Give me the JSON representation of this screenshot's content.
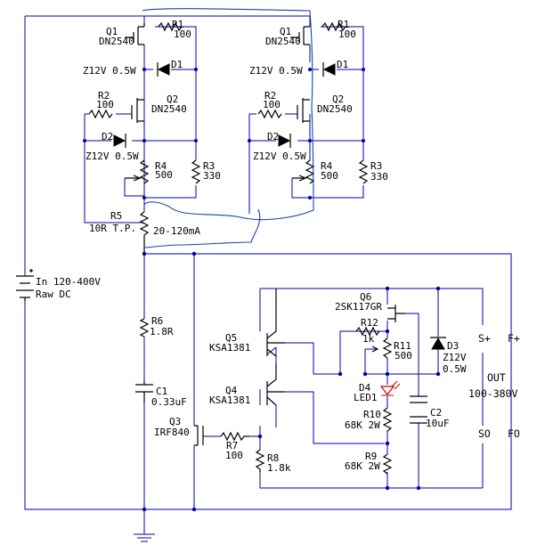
{
  "colors": {
    "wire": "#0000aa",
    "component": "#000000",
    "annotation": "#1a3fb8",
    "led": "#cc0000"
  },
  "stage1": {
    "q1": [
      "Q1",
      "DN2540"
    ],
    "r1": [
      "R1",
      "100"
    ],
    "d1": [
      "Z12V 0.5W",
      "D1"
    ],
    "r2": [
      "R2",
      "100"
    ],
    "q2": [
      "Q2",
      "DN2540"
    ],
    "d2": [
      "D2",
      "Z12V 0.5W"
    ],
    "r4": [
      "R4",
      "500"
    ],
    "r3": [
      "R3",
      "330"
    ]
  },
  "stage2": {
    "q1": [
      "Q1",
      "DN2540"
    ],
    "r1": [
      "R1",
      "100"
    ],
    "d1": [
      "Z12V 0.5W",
      "D1"
    ],
    "r2": [
      "R2",
      "100"
    ],
    "q2": [
      "Q2",
      "DN2540"
    ],
    "d2": [
      "D2",
      "Z12V 0.5W"
    ],
    "r4": [
      "R4",
      "500"
    ],
    "r3": [
      "R3",
      "330"
    ]
  },
  "supply": {
    "r5": [
      "R5",
      "10R T.P."
    ],
    "current": "20-120mA",
    "battery": [
      "In 120-400V",
      "Raw DC"
    ]
  },
  "output_stage": {
    "r6": [
      "R6",
      "1.8R"
    ],
    "c1": [
      "C1",
      "0.33uF"
    ],
    "q3": [
      "Q3",
      "IRF840"
    ],
    "r7": [
      "R7",
      "100"
    ],
    "r8": [
      "R8",
      "1.8k"
    ],
    "q5": [
      "Q5",
      "KSA1381"
    ],
    "q4": [
      "Q4",
      "KSA1381"
    ],
    "q6": [
      "Q6",
      "2SK117GR"
    ],
    "r12": [
      "R12",
      "1k"
    ],
    "r11": [
      "R11",
      "500"
    ],
    "d3": [
      "D3",
      "Z12V",
      "0.5W"
    ],
    "d4": [
      "D4",
      "LED1"
    ],
    "r10": [
      "R10",
      "68K 2W"
    ],
    "r9": [
      "R9",
      "68K 2W"
    ],
    "c2": [
      "C2",
      "10uF"
    ]
  },
  "terminals": {
    "s_plus": "S+",
    "f_plus": "F+",
    "out": "OUT",
    "range": "100-380V",
    "s_minus": "SO",
    "f_minus": "FO"
  }
}
